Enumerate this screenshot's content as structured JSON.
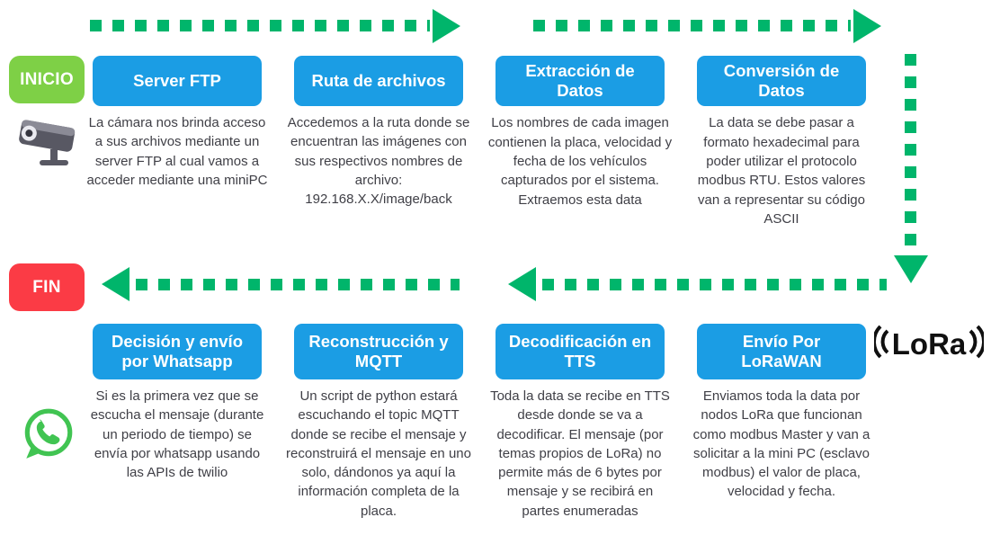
{
  "flow": {
    "start_label": "INICIO",
    "end_label": "FIN"
  },
  "top_row": [
    {
      "title": "Server FTP",
      "body": "La cámara nos brinda acceso a sus archivos mediante un server FTP al cual vamos a acceder mediante una miniPC"
    },
    {
      "title": "Ruta de archivos",
      "body": "Accedemos a la ruta donde se encuentran las imágenes con sus respectivos nombres de archivo: 192.168.X.X/image/back"
    },
    {
      "title": "Extracción de Datos",
      "body": "Los nombres de cada imagen contienen la placa, velocidad y fecha de los vehículos capturados por el sistema. Extraemos esta data"
    },
    {
      "title": "Conversión de Datos",
      "body": "La data se debe pasar a formato hexadecimal para poder utilizar el protocolo modbus RTU. Estos valores van a representar su código ASCII"
    }
  ],
  "bottom_row": [
    {
      "title": "Decisión y envío por Whatsapp",
      "body": "Si es la primera vez que se escucha el mensaje (durante un periodo de tiempo) se envía por whatsapp usando las APIs de twilio"
    },
    {
      "title": "Reconstrucción y MQTT",
      "body": "Un script de python estará escuchando el topic MQTT donde se recibe el mensaje y reconstruirá el mensaje en uno solo, dándonos ya aquí la información completa de la placa."
    },
    {
      "title": "Decodificación en TTS",
      "body": "Toda la data se recibe en TTS desde donde se va a decodificar. El mensaje (por temas propios de LoRa) no permite más de 6 bytes por mensaje y se recibirá en partes enumeradas"
    },
    {
      "title": "Envío Por LoRaWAN",
      "body": "Enviamos toda la data por nodos LoRa que funcionan como modbus Master y van a solicitar a la mini PC (esclavo modbus) el valor de placa, velocidad y fecha."
    }
  ],
  "lora": {
    "label": "LoRa"
  },
  "icons": {
    "camera": "cctv-camera-icon",
    "whatsapp": "whatsapp-icon",
    "lora_waves": "radio-waves-icon"
  },
  "colors": {
    "header_blue": "#1b9de4",
    "badge_green": "#7ed046",
    "badge_red": "#fb3b45",
    "arrow_green": "#00b56b",
    "body_text": "#3f3f46"
  }
}
